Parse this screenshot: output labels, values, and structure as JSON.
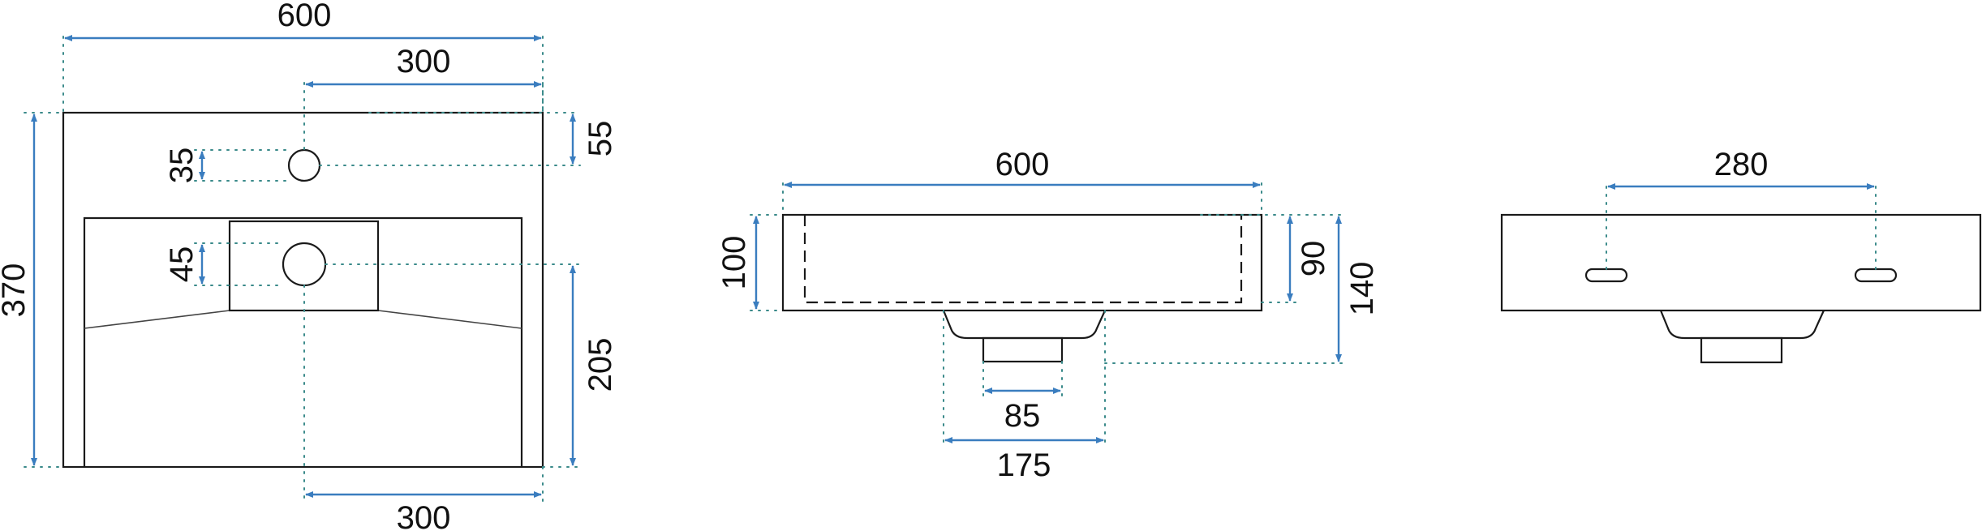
{
  "top_view": {
    "width": "600",
    "tap_offset": "300",
    "tap_from_back": "55",
    "tap_hole": "35",
    "depth": "370",
    "drain_hole": "45",
    "drain_from_front": "205",
    "drain_offset": "300"
  },
  "front_view": {
    "width": "600",
    "height": "100",
    "inner_depth": "90",
    "total_height": "140",
    "waste_width": "85",
    "base_width": "175"
  },
  "back_view": {
    "mount_spacing": "280"
  },
  "colors": {
    "outline": "#1a1a1a",
    "dimension": "#3a7dbf",
    "extension": "#3a8a8a"
  }
}
